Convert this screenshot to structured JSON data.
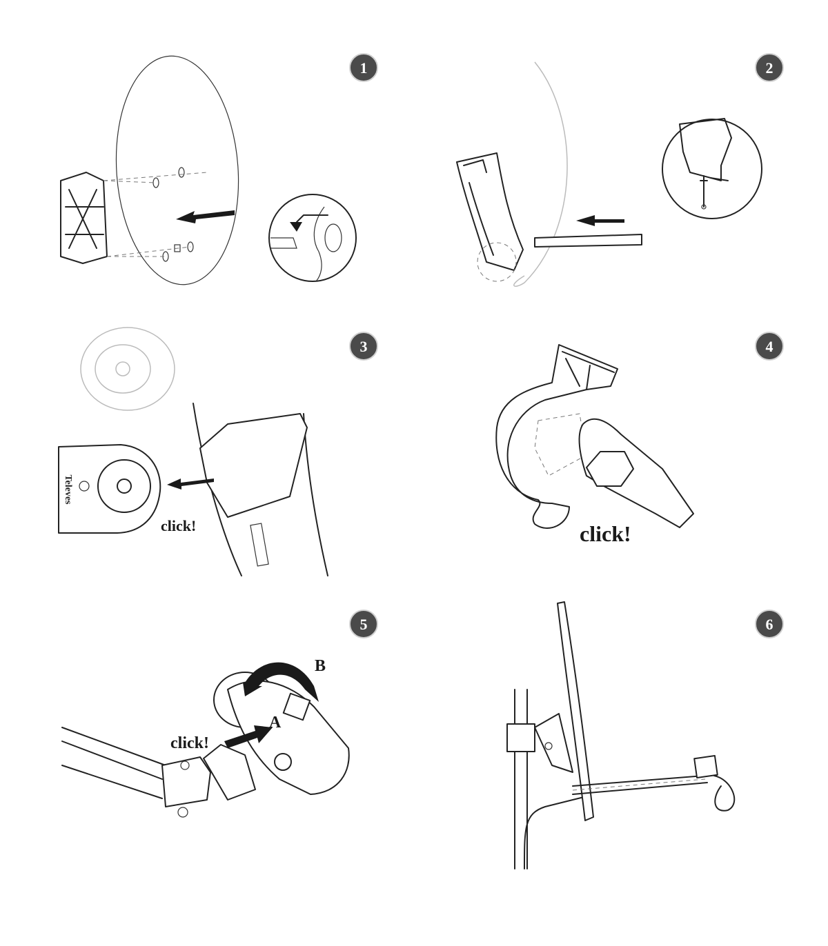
{
  "steps": [
    {
      "number": "1"
    },
    {
      "number": "2"
    },
    {
      "number": "3",
      "label": "click!",
      "lnb_brand": "Televes"
    },
    {
      "number": "4",
      "label": "click!"
    },
    {
      "number": "5",
      "label": "click!",
      "marker_a": "A",
      "marker_b": "B"
    },
    {
      "number": "6"
    }
  ],
  "colors": {
    "badge": "#4a4a4a",
    "line": "#222222"
  }
}
